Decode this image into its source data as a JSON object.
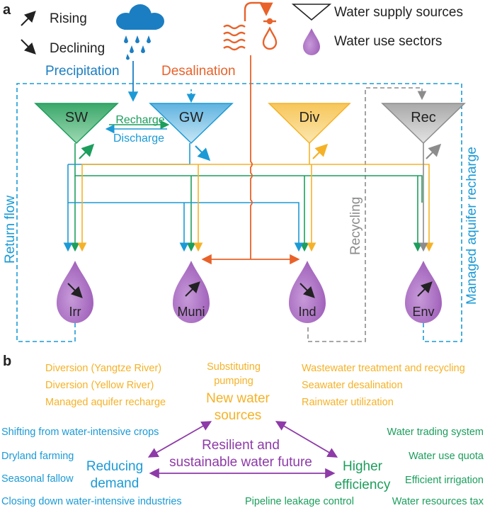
{
  "colors": {
    "surface": "#1c9e5c",
    "ground": "#1b9ad6",
    "diversion": "#f5b228",
    "recycled": "#8c8c8c",
    "desal": "#e8622a",
    "sector": "#9b59b6",
    "purple_text": "#8e3aa8",
    "black": "#222222"
  },
  "panel_a": {
    "label": "a",
    "legend": {
      "rising": "Rising",
      "declining": "Declining",
      "supply": "Water supply sources",
      "use": "Water use sectors"
    },
    "precipitation": "Precipitation",
    "desalination": "Desalination",
    "sources": {
      "sw": "SW",
      "gw": "GW",
      "div": "Div",
      "rec": "Rec"
    },
    "recharge": "Recharge",
    "discharge": "Discharge",
    "sectors": {
      "irr": "Irr",
      "muni": "Muni",
      "ind": "Ind",
      "env": "Env"
    },
    "return_flow": "Return flow",
    "recycling": "Recycling",
    "managed_recharge": "Managed aquifer recharge"
  },
  "panel_b": {
    "label": "b",
    "center_line1": "Resilient and",
    "center_line2": "sustainable water future",
    "new_sources_line1": "New water",
    "new_sources_line2": "sources",
    "reducing_line1": "Reducing",
    "reducing_line2": "demand",
    "efficiency_line1": "Higher",
    "efficiency_line2": "efficiency",
    "new_items_left": [
      "Diversion (Yangtze River)",
      "Diversion (Yellow River)",
      "Managed aquifer recharge"
    ],
    "new_items_mid_line1": "Substituting",
    "new_items_mid_line2": "pumping",
    "new_items_right": [
      "Wastewater treatment and recycling",
      "Seawater desalination",
      "Rainwater utilization"
    ],
    "demand_items": [
      "Shifting from water-intensive crops",
      "Dryland farming",
      "Seasonal fallow",
      "Closing down water-intensive industries"
    ],
    "efficiency_items": [
      "Water trading system",
      "Water use quota",
      "Efficient irrigation",
      "Water resources tax"
    ],
    "pipeline": "Pipeline leakage control"
  }
}
